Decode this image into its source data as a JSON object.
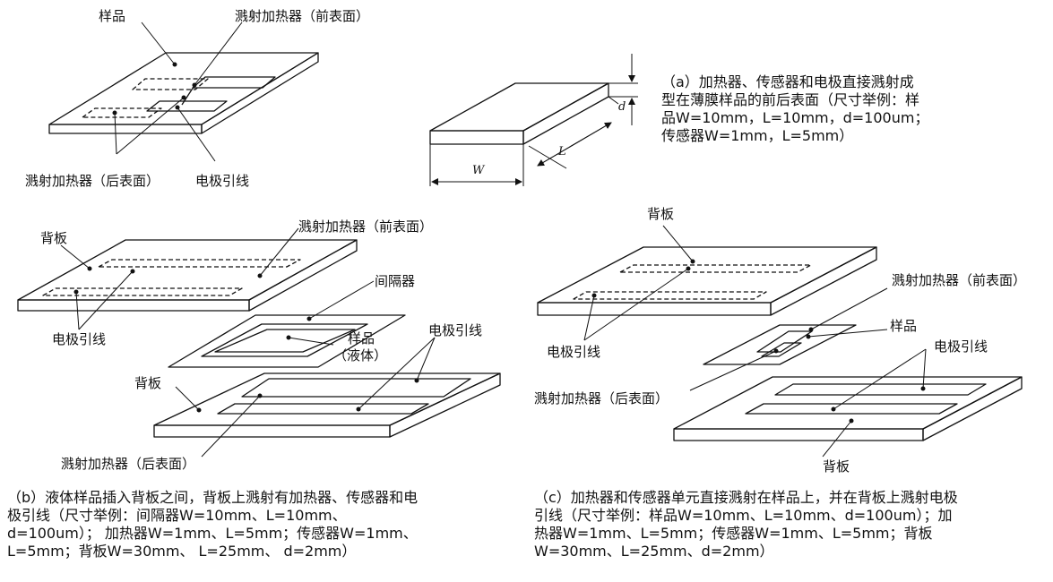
{
  "labels": {
    "top_sample": "样品",
    "top_front_heater": "溅射加热器（前表面）",
    "top_back_heater": "溅射加热器（后表面）",
    "top_leads": "电极引线",
    "b_backplate_top": "背板",
    "b_front_heater": "溅射加热器（前表面）",
    "b_spacer": "间隔器",
    "b_sample": "样品",
    "b_sample_liquid": "（液体）",
    "b_leads_left": "电极引线",
    "b_leads_right": "电极引线",
    "b_backplate_bottom": "背板",
    "b_back_heater": "溅射加热器（后表面）",
    "c_backplate_top": "背板",
    "c_front_heater": "溅射加热器（前表面）",
    "c_sample": "样品",
    "c_leads_left": "电极引线",
    "c_leads_right": "电极引线",
    "c_back_heater": "溅射加热器（后表面）",
    "c_backplate_bottom": "背板"
  },
  "dimensions": {
    "d": "d",
    "L": "L",
    "W": "W"
  },
  "captions": {
    "a": "（a）加热器、传感器和电极直接溅射成\n型在薄膜样品的前后表面（尺寸举例：样\n品W=10mm，L=10mm，d=100um；\n传感器W=1mm，L=5mm）",
    "b": "（b）液体样品插入背板之间，背板上溅射有加热器、传感器和电\n极引线（尺寸举例：间隔器W=10mm、L=10mm、\nd=100um）； 加热器W=1mm、L=5mm；传感器W=1mm、\nL=5mm；背板W=30mm、 L=25mm、 d=2mm）",
    "c": "（c）加热器和传感器单元直接溅射在样品上，并在背板上溅射电极\n引线（尺寸举例：样品W=10mm、L=10mm、d=100um）；加\n热器W=1mm、L=5mm；传感器W=1mm、L=5mm；背板\nW=30mm、L=25mm、d=2mm）"
  },
  "colors": {
    "stroke": "#111111",
    "background": "#ffffff"
  }
}
